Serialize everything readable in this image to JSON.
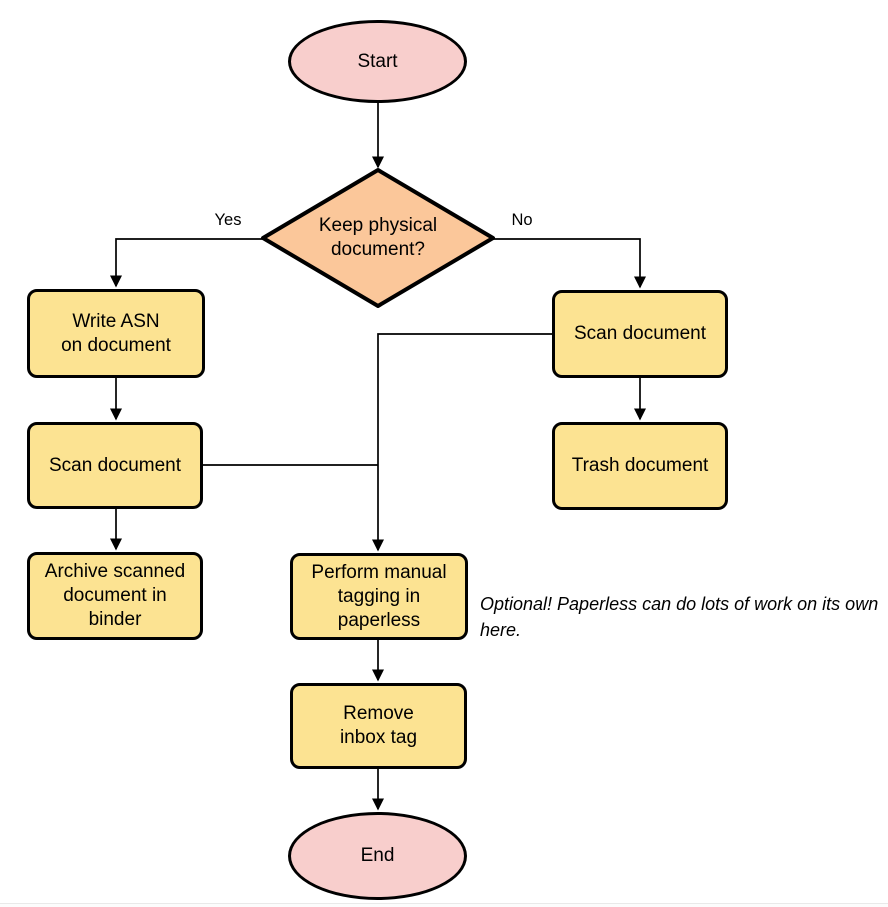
{
  "colors": {
    "terminator_fill": "#F8CECC",
    "decision_fill": "#FBC79A",
    "process_fill": "#FCE392",
    "shape_border": "#000000",
    "edge_color": "#000000",
    "annotation_text": "#000000"
  },
  "nodes": {
    "start": {
      "type": "terminator",
      "label": "Start"
    },
    "decision": {
      "type": "decision",
      "label": "Keep physical\ndocument?"
    },
    "write_asn": {
      "type": "process",
      "label": "Write ASN\non document"
    },
    "scan_left": {
      "type": "process",
      "label": "Scan document"
    },
    "archive": {
      "type": "process",
      "label": "Archive scanned\ndocument in\nbinder"
    },
    "scan_right": {
      "type": "process",
      "label": "Scan document"
    },
    "trash": {
      "type": "process",
      "label": "Trash document"
    },
    "tagging": {
      "type": "process",
      "label": "Perform manual\ntagging in\npaperless"
    },
    "remove_inbox": {
      "type": "process",
      "label": "Remove\ninbox tag"
    },
    "end": {
      "type": "terminator",
      "label": "End"
    }
  },
  "edges": [
    {
      "from": "start",
      "to": "decision"
    },
    {
      "from": "decision",
      "to": "write_asn",
      "label": "Yes"
    },
    {
      "from": "decision",
      "to": "scan_right",
      "label": "No"
    },
    {
      "from": "write_asn",
      "to": "scan_left"
    },
    {
      "from": "scan_left",
      "to": "archive"
    },
    {
      "from": "scan_right",
      "to": "trash"
    },
    {
      "from": "scan_right",
      "to": "tagging"
    },
    {
      "from": "scan_left",
      "to": "tagging"
    },
    {
      "from": "tagging",
      "to": "remove_inbox"
    },
    {
      "from": "remove_inbox",
      "to": "end"
    }
  ],
  "annotation": {
    "text": "Optional! Paperless can do lots of work on its own here."
  }
}
